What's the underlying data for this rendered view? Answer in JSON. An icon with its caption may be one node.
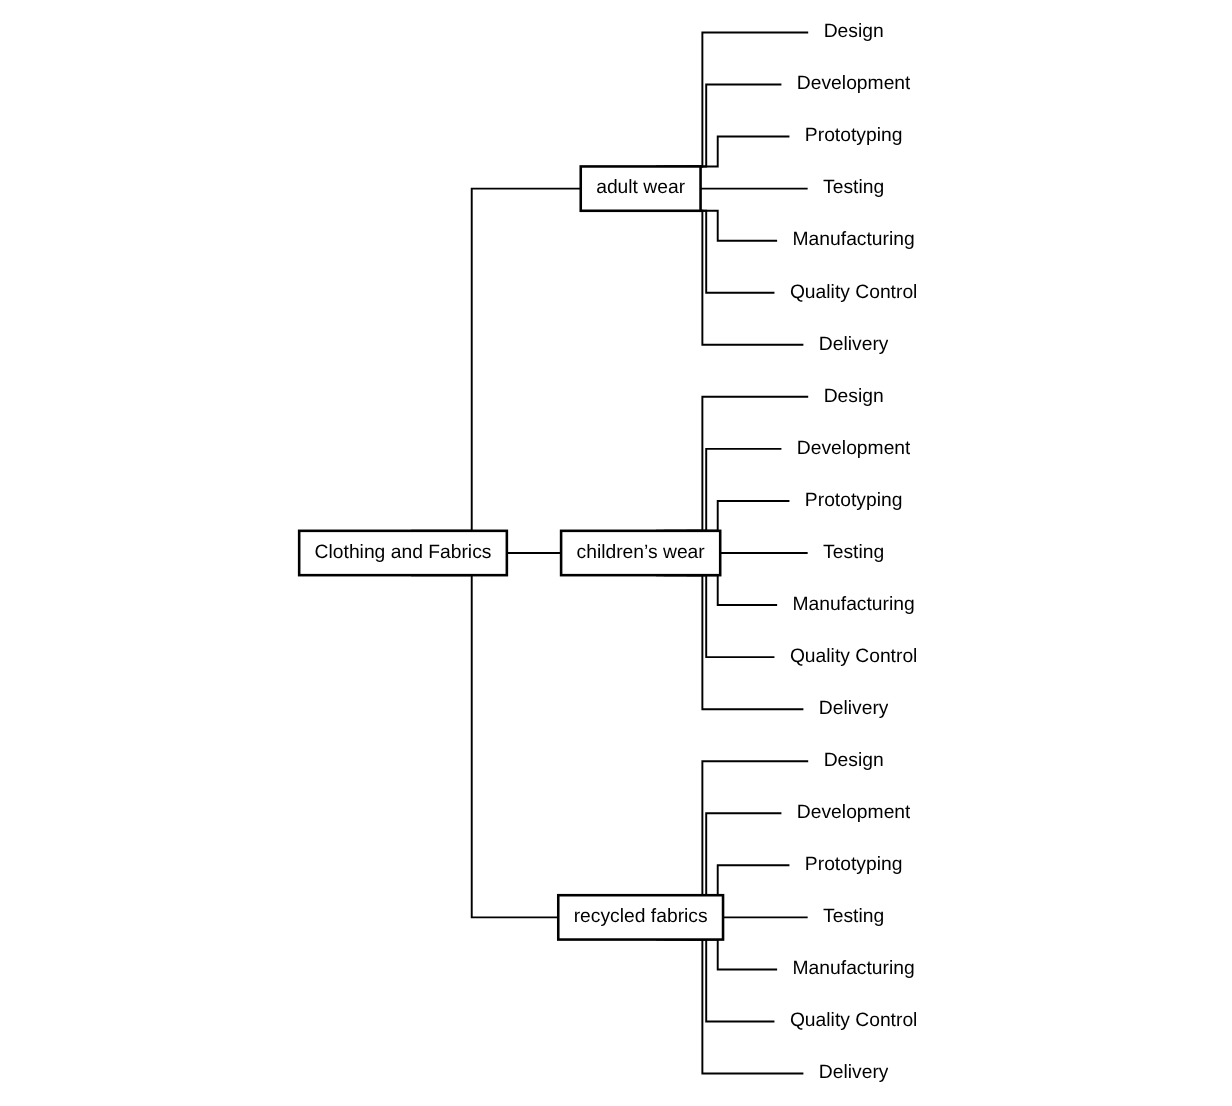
{
  "diagram": {
    "nodes": [
      {
        "text": [
          "Clothing and Fabrics"
        ]
      },
      {
        "text": [
          "adult wear"
        ]
      },
      {
        "text": [
          "children’s wear"
        ]
      },
      {
        "text": [
          "recycled fabrics"
        ]
      },
      {
        "text": [
          "Design"
        ]
      },
      {
        "text": [
          "Development"
        ]
      },
      {
        "text": [
          "Prototyping"
        ]
      },
      {
        "text": [
          "Testing"
        ]
      },
      {
        "text": [
          "Manufacturing"
        ]
      },
      {
        "text": [
          "Quality Control"
        ]
      },
      {
        "text": [
          "Delivery"
        ]
      },
      {
        "text": [
          "Design"
        ]
      },
      {
        "text": [
          "Development"
        ]
      },
      {
        "text": [
          "Prototyping"
        ]
      },
      {
        "text": [
          "Testing"
        ]
      },
      {
        "text": [
          "Manufacturing"
        ]
      },
      {
        "text": [
          "Quality Control"
        ]
      },
      {
        "text": [
          "Delivery"
        ]
      },
      {
        "text": [
          "Design"
        ]
      },
      {
        "text": [
          "Development"
        ]
      },
      {
        "text": [
          "Prototyping"
        ]
      },
      {
        "text": [
          "Testing"
        ]
      },
      {
        "text": [
          "Manufacturing"
        ]
      },
      {
        "text": [
          "Quality Control"
        ]
      },
      {
        "text": [
          "Delivery"
        ]
      }
    ],
    "edges": [
      {
        "from": 0,
        "to": 1,
        "arrow": "none"
      },
      {
        "from": 0,
        "to": 2,
        "arrow": "none"
      },
      {
        "from": 0,
        "to": 3,
        "arrow": "none"
      },
      {
        "from": 1,
        "to": 4,
        "arrow": "none"
      },
      {
        "from": 1,
        "to": 5,
        "arrow": "none"
      },
      {
        "from": 1,
        "to": 6,
        "arrow": "none"
      },
      {
        "from": 1,
        "to": 7,
        "arrow": "none"
      },
      {
        "from": 1,
        "to": 8,
        "arrow": "none"
      },
      {
        "from": 1,
        "to": 9,
        "arrow": "none"
      },
      {
        "from": 1,
        "to": 10,
        "arrow": "none"
      },
      {
        "from": 2,
        "to": 11,
        "arrow": "none"
      },
      {
        "from": 2,
        "to": 12,
        "arrow": "none"
      },
      {
        "from": 2,
        "to": 13,
        "arrow": "none"
      },
      {
        "from": 2,
        "to": 14,
        "arrow": "none"
      },
      {
        "from": 2,
        "to": 15,
        "arrow": "none"
      },
      {
        "from": 2,
        "to": 16,
        "arrow": "none"
      },
      {
        "from": 2,
        "to": 17,
        "arrow": "none"
      },
      {
        "from": 3,
        "to": 18,
        "arrow": "none"
      },
      {
        "from": 3,
        "to": 19,
        "arrow": "none"
      },
      {
        "from": 3,
        "to": 20,
        "arrow": "none"
      },
      {
        "from": 3,
        "to": 21,
        "arrow": "none"
      },
      {
        "from": 3,
        "to": 22,
        "arrow": "none"
      },
      {
        "from": 3,
        "to": 23,
        "arrow": "none"
      },
      {
        "from": 3,
        "to": 24,
        "arrow": "none"
      }
    ]
  }
}
